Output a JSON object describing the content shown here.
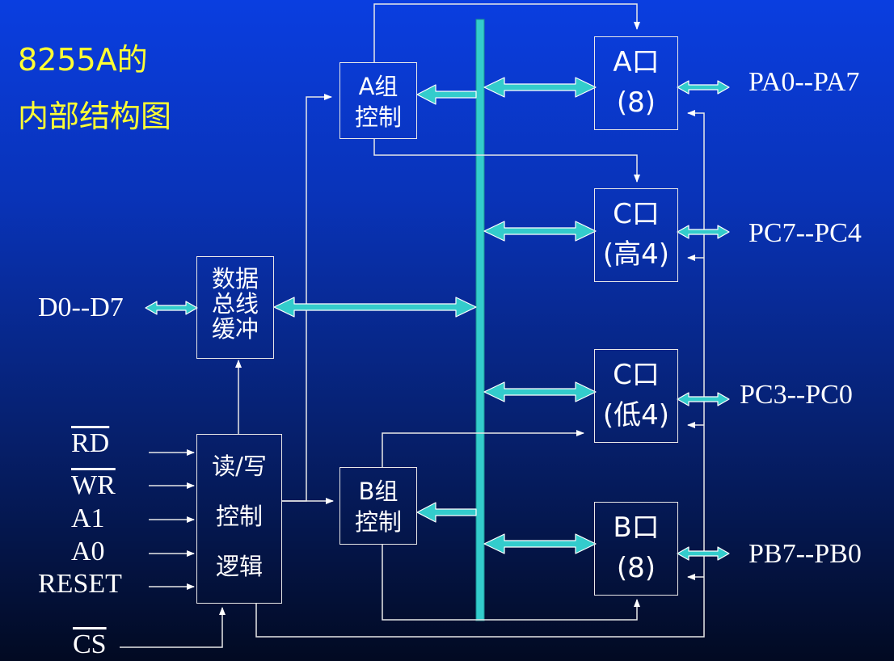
{
  "title": [
    "8255A的",
    "内部结构图"
  ],
  "blocks": {
    "bus_buffer": [
      "数据",
      "总线",
      "缓冲"
    ],
    "rw_logic": [
      "读/写",
      "控制",
      "逻辑"
    ],
    "group_a": [
      "A组",
      "控制"
    ],
    "group_b": [
      "B组",
      "控制"
    ],
    "port_a": [
      "A口",
      "(8)"
    ],
    "port_c_high": [
      "C口",
      "(高4)"
    ],
    "port_c_low": [
      "C口",
      "(低4)"
    ],
    "port_b": [
      "B口",
      "(8)"
    ]
  },
  "signals": {
    "data_bus": "D0--D7",
    "rd": "RD",
    "wr": "WR",
    "a1": "A1",
    "a0": "A0",
    "reset": "RESET",
    "cs": "CS"
  },
  "port_pins": {
    "pa": "PA0--PA7",
    "pc_high": "PC7--PC4",
    "pc_low": "PC3--PC0",
    "pb": "PB7--PB0"
  },
  "colors": {
    "background_top": "#0a3ee0",
    "background_bottom": "#020a22",
    "bus": "#33cccc",
    "title": "#ffff33",
    "lines": "#e8e8e8"
  }
}
